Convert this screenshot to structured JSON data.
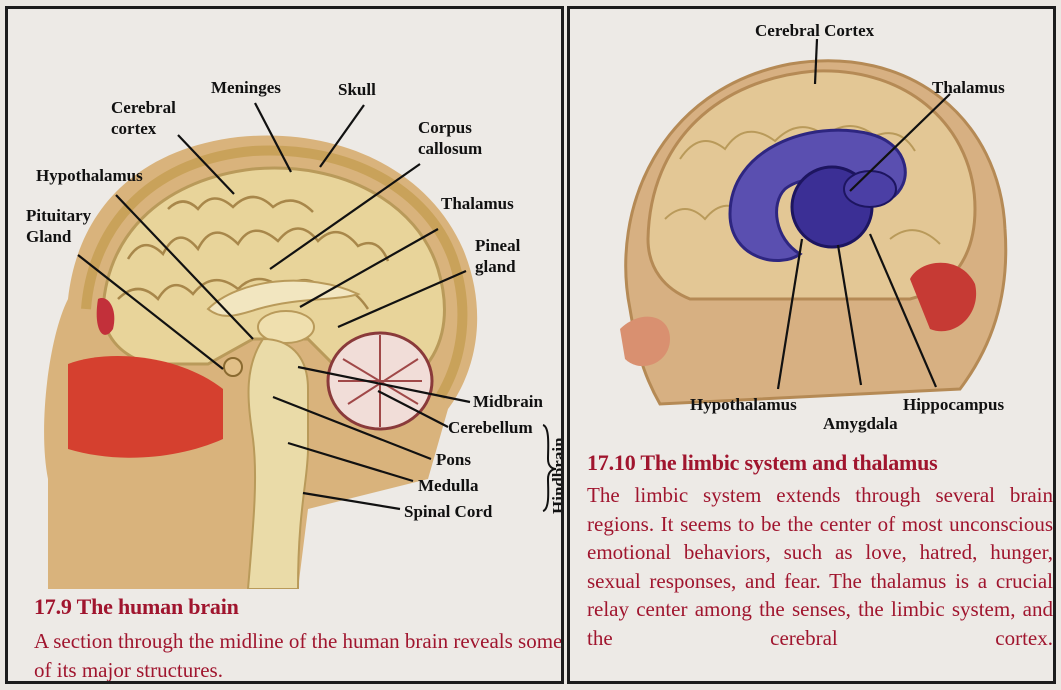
{
  "left_figure": {
    "caption_title": "17.9 The human brain",
    "caption_text": "A section through the midline of the human brain reveals some of its major structures.",
    "labels": {
      "meninges": "Meninges",
      "skull": "Skull",
      "cerebral_cortex_1": "Cerebral",
      "cerebral_cortex_2": "cortex",
      "corpus_callosum_1": "Corpus",
      "corpus_callosum_2": "callosum",
      "hypothalamus": "Hypothalamus",
      "thalamus": "Thalamus",
      "pituitary_1": "Pituitary",
      "pituitary_2": "Gland",
      "pineal_1": "Pineal",
      "pineal_2": "gland",
      "midbrain": "Midbrain",
      "cerebellum": "Cerebellum",
      "pons": "Pons",
      "medulla": "Medulla",
      "spinal_cord": "Spinal Cord",
      "hindbrain": "Hindbrain"
    }
  },
  "right_figure": {
    "caption_title": "17.10 The limbic system and thalamus",
    "caption_text": "The limbic system extends through several brain regions. It seems to be the center of most unconscious emotional behaviors, such as love, hatred, hunger, sexual responses, and fear. The thalamus is a crucial relay center among the senses, the limbic system, and the cerebral cortex.",
    "labels": {
      "cerebral_cortex": "Cerebral Cortex",
      "thalamus": "Thalamus",
      "hypothalamus": "Hypothalamus",
      "amygdala": "Amygdala",
      "hippocampus": "Hippocampus"
    }
  },
  "colors": {
    "caption": "#a0152e",
    "brain": "#e8d49a",
    "limbic": "#5a4fb0",
    "flesh": "#d5402f"
  }
}
